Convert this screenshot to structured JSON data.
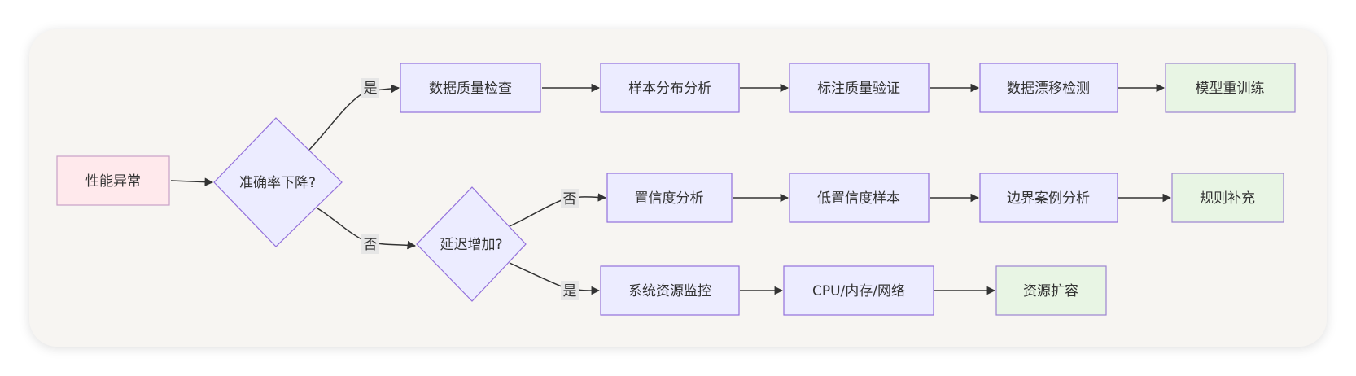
{
  "colors": {
    "canvas_bg": "#f7f5f2",
    "default_fill": "#ececff",
    "default_stroke": "#9370db",
    "start_fill": "#ffe9ec",
    "start_stroke": "#c9a0c8",
    "end_fill": "#e8f5e4",
    "end_stroke": "#9c84d0",
    "edge_stroke": "#333333",
    "label_bg": "#e6e6e6"
  },
  "nodes": {
    "perf_anomaly": "性能异常",
    "accuracy_drop": "准确率下降?",
    "latency_increase": "延迟增加?",
    "data_quality_check": "数据质量检查",
    "sample_distribution": "样本分布分析",
    "label_quality": "标注质量验证",
    "data_drift": "数据漂移检测",
    "model_retrain": "模型重训练",
    "confidence_analysis": "置信度分析",
    "low_confidence_samples": "低置信度样本",
    "edge_case_analysis": "边界案例分析",
    "rule_supplement": "规则补充",
    "system_monitoring": "系统资源监控",
    "cpu_mem_net": "CPU/内存/网络",
    "resource_scaling": "资源扩容"
  },
  "edge_labels": {
    "accuracy_yes": "是",
    "accuracy_no": "否",
    "latency_no": "否",
    "latency_yes": "是"
  }
}
